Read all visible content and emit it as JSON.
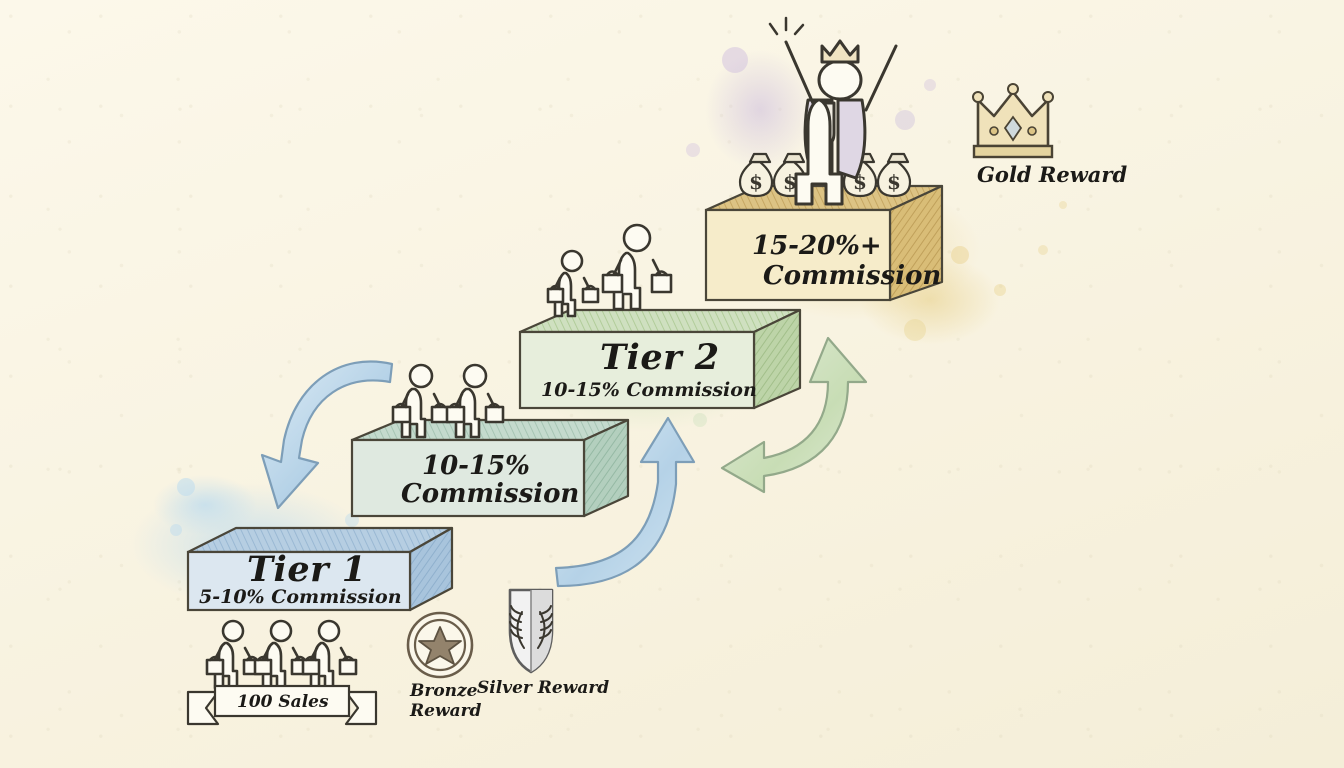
{
  "meta": {
    "title": "Sales Commission Tier Pyramid",
    "style": "hand-drawn watercolor infographic",
    "background_color": "#faf6e6",
    "ink_color": "#2e2c27"
  },
  "palette": {
    "tier1_blue": "#b9cfe2",
    "tier1_blue_dark": "#93b3cf",
    "tier_teal": "#cfe0d6",
    "tier_teal_dark": "#a6c6b4",
    "tier2_green": "#dbe7cf",
    "tier2_green_dark": "#aecb96",
    "gold": "#f2e6c0",
    "gold_dark": "#cfae68",
    "bronze": "#8d7a63",
    "silver": "#b9b9b9"
  },
  "tiers": [
    {
      "id": "tier-1",
      "name": "Tier 1",
      "commission": "5-10% Commission",
      "color": "#b9cfe2",
      "people": 3,
      "banner": "100 Sales"
    },
    {
      "id": "tier-mid",
      "name": "",
      "commission_line1": "10-15%",
      "commission_line2": "Commission",
      "color": "#cfe0d6",
      "people": 2
    },
    {
      "id": "tier-2",
      "name": "Tier 2",
      "commission": "10-15% Commission",
      "color": "#dbe7cf",
      "people": 2
    },
    {
      "id": "tier-top",
      "name": "",
      "commission_line1": "15-20%+",
      "commission_line2": "Commission",
      "color": "#f2e6c0",
      "people": 1,
      "money_bags": 4
    }
  ],
  "rewards": [
    {
      "id": "bronze",
      "label_line1": "Bronze",
      "label_line2": "Reward",
      "icon": "medal-star-icon",
      "color": "#8d7a63"
    },
    {
      "id": "silver",
      "label_line1": "Silver Reward",
      "label_line2": "",
      "icon": "shield-laurel-icon",
      "color": "#b9b9b9"
    },
    {
      "id": "gold",
      "label_line1": "Gold Reward",
      "label_line2": "",
      "icon": "crown-icon",
      "color": "#e3c87e"
    }
  ],
  "banners": [
    {
      "id": "sales-banner",
      "text": "100 Sales"
    }
  ],
  "arrows": [
    {
      "id": "arrow-down-left",
      "direction": "down-left",
      "color": "#b7d2e6"
    },
    {
      "id": "arrow-up-right-blue",
      "direction": "right-up",
      "color": "#b7d2e6"
    },
    {
      "id": "arrow-double-green",
      "direction": "up-and-down",
      "color": "#cfe0bd"
    }
  ],
  "money_symbol": "$"
}
